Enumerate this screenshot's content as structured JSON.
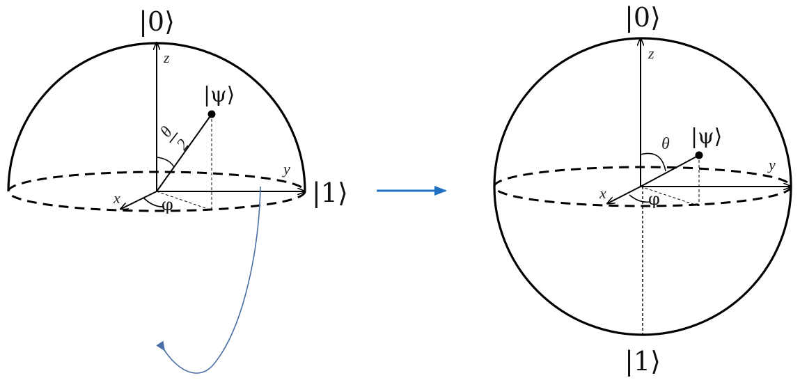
{
  "colors": {
    "ink": "#000000",
    "transition_arrow": "#1f6fbf",
    "curve": "#4a6fa5"
  },
  "left_diagram": {
    "top_ket": "|0⟩",
    "right_ket": "|1⟩",
    "psi_ket": "|ψ⟩",
    "z_label": "z",
    "y_label": "y",
    "x_label": "x",
    "theta_numerator": "θ",
    "theta_denominator": "2",
    "phi_label": "φ"
  },
  "right_diagram": {
    "top_ket": "|0⟩",
    "bottom_ket": "|1⟩",
    "psi_ket": "|ψ⟩",
    "z_label": "z",
    "y_label": "y",
    "x_label": "x",
    "theta_label": "θ",
    "phi_label": "φ"
  }
}
